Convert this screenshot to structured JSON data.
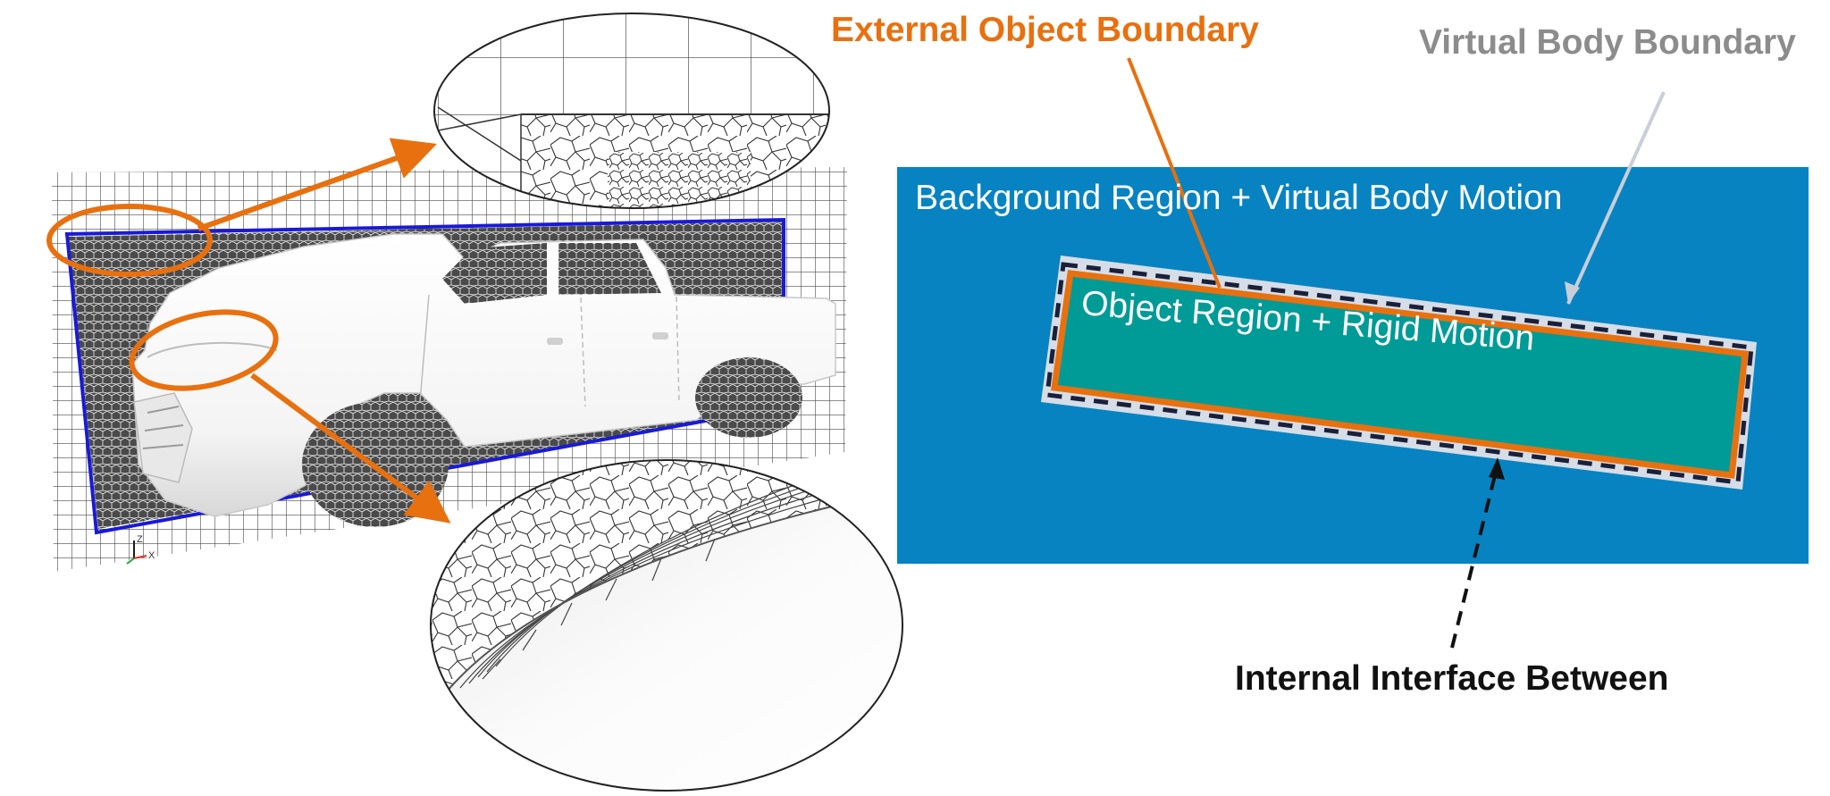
{
  "labels": {
    "external_object_boundary": "External Object Boundary",
    "virtual_body_boundary": "Virtual Body Boundary",
    "background_region": "Background Region + Virtual Body Motion",
    "object_region": "Object Region + Rigid Motion",
    "internal_interface": "Internal Interface Between"
  },
  "colors": {
    "orange": "#e8700f",
    "grey_label": "#8c8c8c",
    "background_blue": "#0783c2",
    "object_teal": "#009b97",
    "mesh_blue_frame": "#1a1ad6",
    "virtual_boundary": "#d7dde6",
    "interface_dash": "#1a1f3a"
  },
  "icons": {
    "axis_triad": "xyz-axis-triad-icon"
  }
}
